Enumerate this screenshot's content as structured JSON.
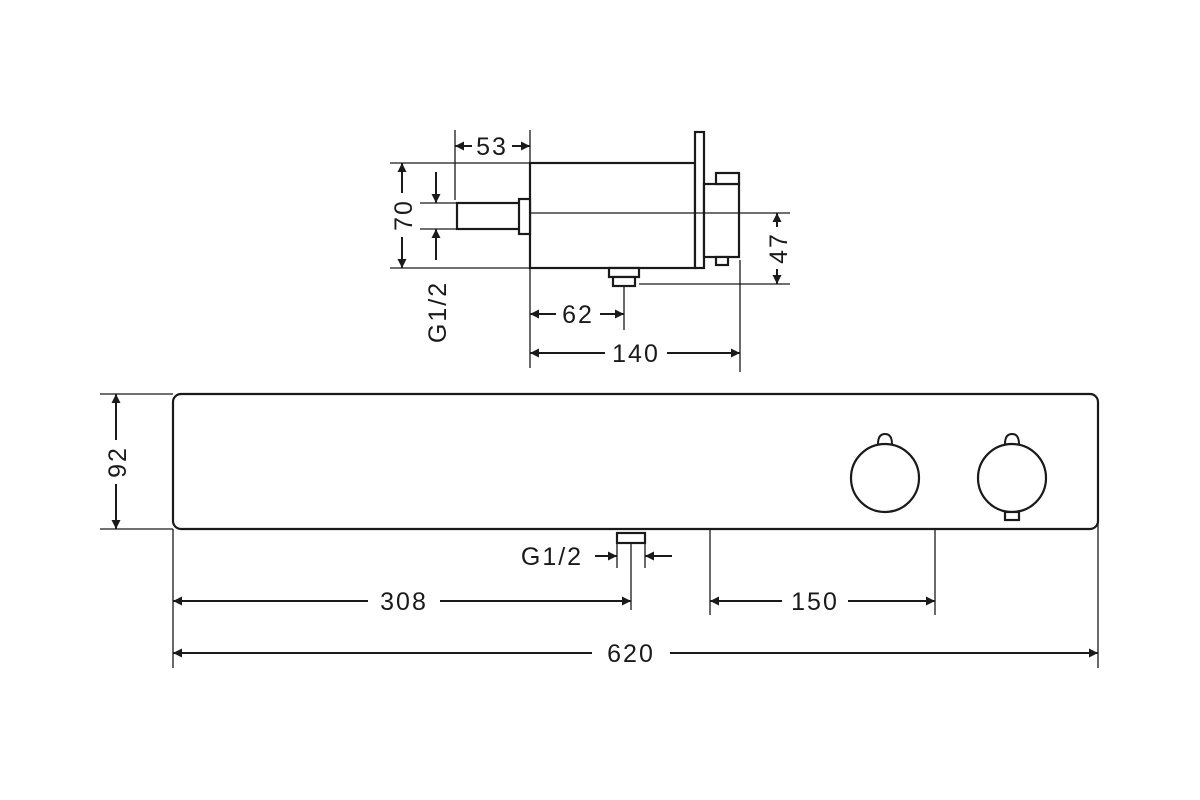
{
  "diagram": {
    "side_view": {
      "dim_width_top": "53",
      "dim_height_left": "70",
      "dim_height_right": "47",
      "dim_outlet_offset": "62",
      "dim_depth_total": "140",
      "thread_label": "G1/2"
    },
    "front_view": {
      "dim_height": "92",
      "thread_label": "G1/2",
      "dim_outlet_position": "308",
      "dim_handle_spacing": "150",
      "dim_total_width": "620"
    },
    "colors": {
      "line": "#1a1a1a",
      "background": "#ffffff"
    }
  }
}
